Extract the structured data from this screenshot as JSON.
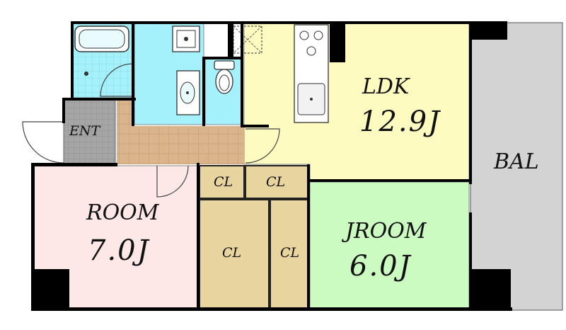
{
  "rooms": {
    "entrance": {
      "label": "ENT"
    },
    "ldk": {
      "label": "LDK",
      "size": "12.9J"
    },
    "balcony": {
      "label": "BAL"
    },
    "room": {
      "label": "ROOM",
      "size": "7.0J"
    },
    "jroom": {
      "label": "JROOM",
      "size": "6.0J"
    },
    "closets": {
      "cl_top_left": "CL",
      "cl_top_right": "CL",
      "cl_bottom_left": "CL",
      "cl_bottom_right": "CL"
    }
  },
  "colors": {
    "wall": "#000000",
    "ldk": "#fdfbbf",
    "room": "#fde7e7",
    "jroom": "#ccfbc1",
    "closet": "#e8d49e",
    "wet_area": "#a5f1fb",
    "balcony": "#d3d3d3",
    "entrance": "#a5a5a5",
    "hall_floor": "#d9b48c"
  }
}
